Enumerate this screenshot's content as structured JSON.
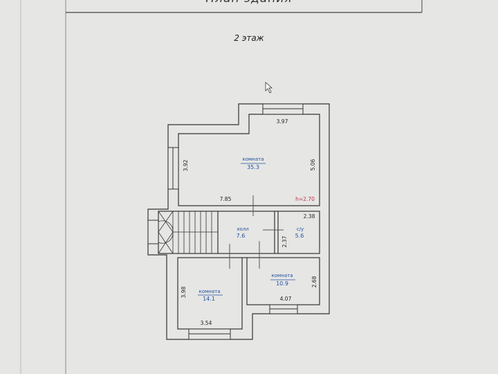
{
  "document": {
    "title": "План здания",
    "floor_label": "2 этаж"
  },
  "plan": {
    "ceiling_height": "h=2.70",
    "rooms": [
      {
        "name": "комната",
        "area": "35.3"
      },
      {
        "name": "холл",
        "area": "7.6"
      },
      {
        "name": "с/у",
        "area": "5.6"
      },
      {
        "name": "комната",
        "area": "14.1"
      },
      {
        "name": "комната",
        "area": "10.9"
      }
    ],
    "dimensions": {
      "big_room_top": "3.97",
      "big_room_left": "3.92",
      "big_room_right": "5.06",
      "big_room_bottom": "7.85",
      "wc_top": "2.38",
      "wc_left": "2.37",
      "room_right_side": "2.68",
      "room_right_bottom": "4.07",
      "room_left_side": "3.98",
      "room_left_bottom": "3.54"
    }
  },
  "colors": {
    "wall": "#333333",
    "room_label": "#1f4fa0",
    "height_label": "#c0304a",
    "paper": "#e6e6e4"
  }
}
